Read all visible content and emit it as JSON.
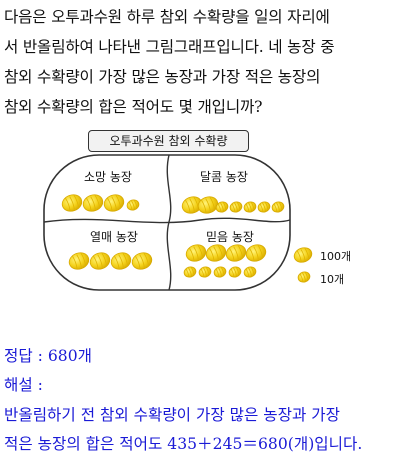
{
  "question": {
    "lines": [
      "다음은 오투과수원 하루 참외 수확량을 일의 자리에",
      "서 반올림하여 나타낸 그림그래프입니다. 네 농장 중",
      "참외 수확량이 가장 많은 농장과 가장 적은 농장의",
      "참외 수확량의 합은 적어도 몇 개입니까?"
    ]
  },
  "graph": {
    "title": "오투과수원 참외 수확량",
    "farms": [
      {
        "name": "소망 농장",
        "big": 3,
        "small": 1
      },
      {
        "name": "달콤 농장",
        "big": 2,
        "small": 5
      },
      {
        "name": "열매 농장",
        "big": 4,
        "small": 0
      },
      {
        "name": "믿음 농장",
        "big": 4,
        "small": 5
      }
    ],
    "legend": [
      {
        "label": "100개",
        "unit": 100
      },
      {
        "label": "10개",
        "unit": 10
      }
    ],
    "colors": {
      "melon": "#f4d21c",
      "melon_dark": "#d7a900",
      "border": "#333333"
    }
  },
  "answer": {
    "answer_line": "정답 : 680개",
    "explanation_label": "해설 :",
    "explanation_lines": [
      "반올림하기 전 참외 수확량이 가장 많은 농장과 가장",
      "적은 농장의 합은 적어도 435＋245＝680(개)입니다."
    ]
  }
}
